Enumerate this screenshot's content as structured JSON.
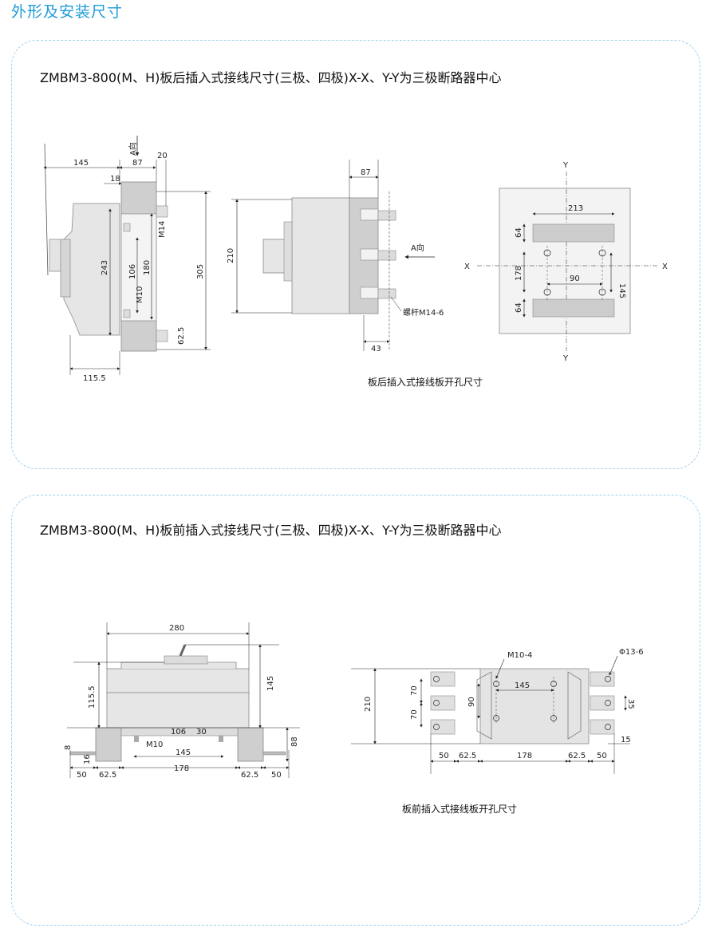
{
  "page_title": "外形及安装尺寸",
  "section1": {
    "title": "ZMBM3-800(M、H)板后插入式接线尺寸(三极、四极)X-X、Y-Y为三极断路器中心",
    "caption": "板后插入式接线板开孔尺寸",
    "side_view": {
      "a_dir": "A向",
      "d145": "145",
      "d87": "87",
      "d20": "20",
      "d18": "18",
      "m14": "M14",
      "d243": "243",
      "d106": "106",
      "d180": "180",
      "m10": "M10",
      "d305": "305",
      "d62_5": "62.5",
      "d115_5": "115.5"
    },
    "rear_view": {
      "d87": "87",
      "d210": "210",
      "a_dir": "A向",
      "bolt": "螺杆M14-6",
      "d43": "43"
    },
    "cutout": {
      "y": "Y",
      "x": "X",
      "d213": "213",
      "d64": "64",
      "d178": "178",
      "d90": "90",
      "d145": "145"
    }
  },
  "section2": {
    "title": "ZMBM3-800(M、H)板前插入式接线尺寸(三极、四极)X-X、Y-Y为三极断路器中心",
    "caption": "板前插入式接线板开孔尺寸",
    "front_view": {
      "d280": "280",
      "d115_5": "115.5",
      "d145": "145",
      "d106": "106",
      "d30": "30",
      "m10": "M10",
      "d88": "88",
      "d8": "8",
      "d16": "16",
      "d145b": "145",
      "d50": "50",
      "d62_5": "62.5",
      "d178": "178"
    },
    "plan_view": {
      "m10_4": "M10-4",
      "phi13_6": "Φ13-6",
      "d210": "210",
      "d70": "70",
      "d90": "90",
      "d145": "145",
      "d35": "35",
      "d15": "15",
      "d50": "50",
      "d62_5": "62.5",
      "d178": "178"
    }
  }
}
